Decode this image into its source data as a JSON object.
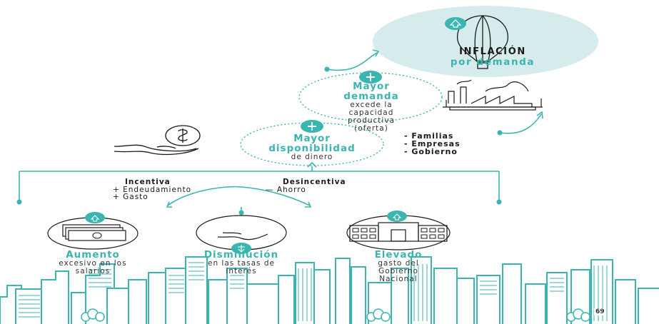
{
  "goal": {
    "line1": "INFLACIÓN",
    "line2": "por demanda"
  },
  "step_demand": {
    "title_l1": "Mayor",
    "title_l2": "demanda",
    "desc_l1": "excede la",
    "desc_l2": "capacidad",
    "desc_l3": "productiva",
    "desc_l4": "(oferta)"
  },
  "step_money": {
    "title_l1": "Mayor",
    "title_l2": "disponibilidad",
    "desc": "de dinero"
  },
  "agents": [
    "- Familias",
    "- Empresas",
    "- Gobierno"
  ],
  "incentiva": {
    "title": "Incentiva",
    "item1": "+ Endeudamiento",
    "item2": "+ Gasto"
  },
  "desincentiva": {
    "title": "Desincentiva",
    "item1": "— Ahorro"
  },
  "causes": {
    "salaries": {
      "title": "Aumento",
      "l1": "excesivo en los",
      "l2": "salarios"
    },
    "rates": {
      "title": "Disminución",
      "l1": "en las tasas de",
      "l2": "interés"
    },
    "spending": {
      "title": "Elevado",
      "l1": "gasto del",
      "l2": "Gobierno",
      "l3": "Nacional"
    }
  },
  "page_number": "69",
  "colors": {
    "accent": "#3ab5b0",
    "circle_bg": "#d6ecec",
    "text": "#1a1a1a"
  }
}
